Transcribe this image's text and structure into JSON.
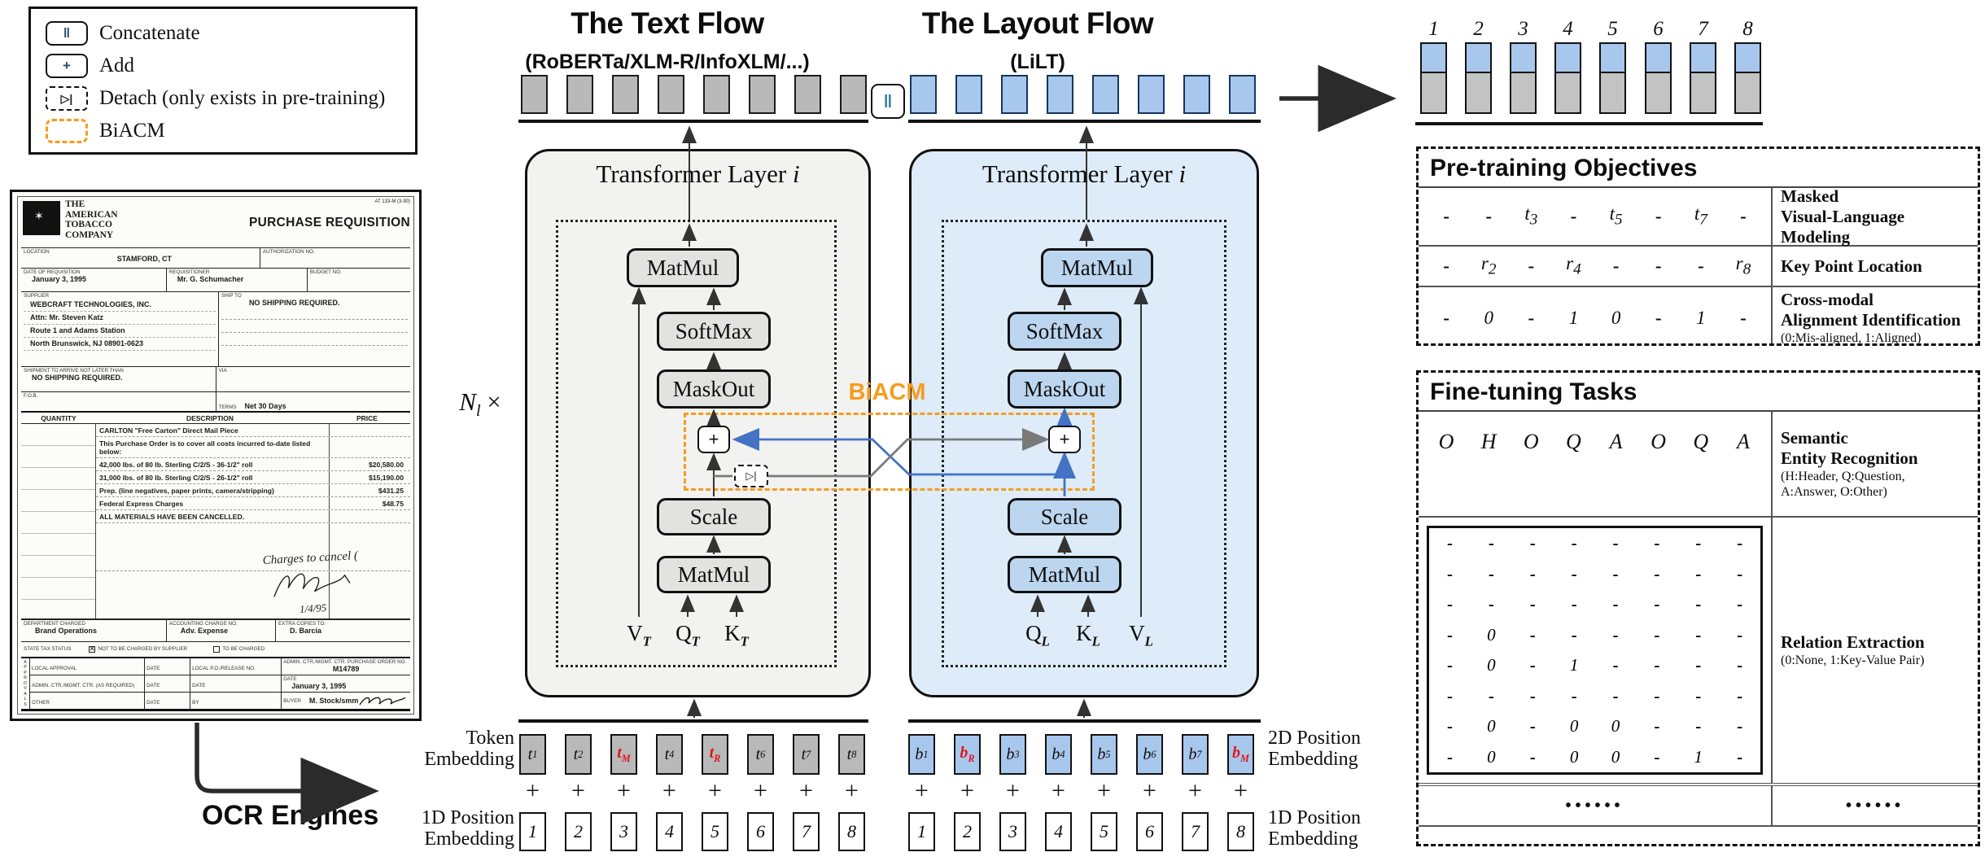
{
  "legend": {
    "items": [
      {
        "glyph": "‖",
        "label": "Concatenate",
        "style": "solid"
      },
      {
        "glyph": "+",
        "label": "Add",
        "style": "solid"
      },
      {
        "glyph": "▷|",
        "label": "Detach (only exists in pre-training)",
        "style": "dashed"
      },
      {
        "glyph": "",
        "label": "BiACM",
        "style": "orange"
      }
    ]
  },
  "concat_glyph": "‖",
  "plus_glyph": "+",
  "detach_glyph": "▷|",
  "biacm_label": "BiACM",
  "nl": {
    "base": "N",
    "sub": "l",
    "times": "×"
  },
  "ocr_label": "OCR Engines",
  "text_flow": {
    "title": "The Text Flow",
    "subtitle": "(RoBERTa/XLM-R/InfoXLM/...)",
    "layer_prefix": "Transformer Layer ",
    "layer_var": "i",
    "ops": [
      "MatMul",
      "SoftMax",
      "MaskOut",
      "Scale",
      "MatMul"
    ],
    "inputs": [
      "V_T",
      "Q_T",
      "K_T"
    ],
    "token_count": 8
  },
  "layout_flow": {
    "title": "The Layout Flow",
    "subtitle": "(LiLT)",
    "layer_prefix": "Transformer Layer ",
    "layer_var": "i",
    "ops": [
      "MatMul",
      "SoftMax",
      "MaskOut",
      "Scale",
      "MatMul"
    ],
    "inputs": [
      "Q_L",
      "K_L",
      "V_L"
    ],
    "token_count": 8
  },
  "output": {
    "indices": [
      "1",
      "2",
      "3",
      "4",
      "5",
      "6",
      "7",
      "8"
    ]
  },
  "embeddings": {
    "left_top_label": [
      "Token",
      "Embedding"
    ],
    "left_bottom_label": [
      "1D Position",
      "Embedding"
    ],
    "right_top_label": [
      "2D Position",
      "Embedding"
    ],
    "right_bottom_label": [
      "1D Position",
      "Embedding"
    ],
    "text_tokens": [
      {
        "v": "t_1"
      },
      {
        "v": "t_2"
      },
      {
        "v": "t_M",
        "red": true
      },
      {
        "v": "t_4"
      },
      {
        "v": "t_R",
        "red": true
      },
      {
        "v": "t_6"
      },
      {
        "v": "t_7"
      },
      {
        "v": "t_8"
      }
    ],
    "layout_tokens": [
      {
        "v": "b_1"
      },
      {
        "v": "b_R",
        "red": true
      },
      {
        "v": "b_3"
      },
      {
        "v": "b_4"
      },
      {
        "v": "b_5"
      },
      {
        "v": "b_6"
      },
      {
        "v": "b_7"
      },
      {
        "v": "b_M",
        "red": true
      }
    ],
    "pos_1d": [
      "1",
      "2",
      "3",
      "4",
      "5",
      "6",
      "7",
      "8"
    ]
  },
  "pretraining": {
    "title": "Pre-training Objectives",
    "rows": [
      {
        "values": [
          "-",
          "-",
          "t_3",
          "-",
          "t_5",
          "-",
          "t_7",
          "-"
        ],
        "label": [
          "Masked",
          "Visual-Language Modeling"
        ],
        "note": ""
      },
      {
        "values": [
          "-",
          "r_2",
          "-",
          "r_4",
          "-",
          "-",
          "-",
          "r_8"
        ],
        "label": [
          "Key Point Location"
        ],
        "note": ""
      },
      {
        "values": [
          "-",
          "0",
          "-",
          "1",
          "0",
          "-",
          "1",
          "-"
        ],
        "label": [
          "Cross-modal",
          "Alignment Identification"
        ],
        "note": "(0:Mis-aligned, 1:Aligned)"
      }
    ]
  },
  "finetuning": {
    "title": "Fine-tuning Tasks",
    "ser": {
      "values": [
        "O",
        "H",
        "O",
        "Q",
        "A",
        "O",
        "Q",
        "A"
      ],
      "label": [
        "Semantic",
        "Entity Recognition"
      ],
      "note": [
        "(H:Header, Q:Question,",
        "A:Answer, O:Other)"
      ]
    },
    "re": {
      "label": [
        "Relation Extraction"
      ],
      "note": [
        "(0:None, 1:Key-Value Pair)"
      ],
      "matrix": [
        [
          "-",
          "-",
          "-",
          "-",
          "-",
          "-",
          "-",
          "-"
        ],
        [
          "-",
          "-",
          "-",
          "-",
          "-",
          "-",
          "-",
          "-"
        ],
        [
          "-",
          "-",
          "-",
          "-",
          "-",
          "-",
          "-",
          "-"
        ],
        [
          "-",
          "0",
          "-",
          "-",
          "-",
          "-",
          "-",
          "-"
        ],
        [
          "-",
          "0",
          "-",
          "1",
          "-",
          "-",
          "-",
          "-"
        ],
        [
          "-",
          "-",
          "-",
          "-",
          "-",
          "-",
          "-",
          "-"
        ],
        [
          "-",
          "0",
          "-",
          "0",
          "0",
          "-",
          "-",
          "-"
        ],
        [
          "-",
          "0",
          "-",
          "0",
          "0",
          "-",
          "1",
          "-"
        ]
      ]
    },
    "dots": [
      "••••••",
      "••••••"
    ]
  },
  "doc": {
    "form_code": "AT 133-M (3-90)",
    "title": "PURCHASE REQUISITION",
    "company_lines": [
      "THE",
      "AMERICAN",
      "TOBACCO",
      "COMPANY"
    ],
    "f": {
      "location_label": "LOCATION",
      "location": "STAMFORD, CT",
      "auth_label": "AUTHORIZATION NO.",
      "date_label": "DATE OF REQUISITION",
      "date": "January 3, 1995",
      "req_label": "REQUISITIONER",
      "requisitioner": "Mr. G. Schumacher",
      "budget_label": "BUDGET NO.",
      "supplier_label": "SUPPLIER",
      "supplier_lines": [
        "WEBCRAFT TECHNOLOGIES, INC.",
        "Attn: Mr. Steven Katz",
        "Route 1 and Adams Station",
        "North Brunswick, NJ 08901-0623"
      ],
      "shipto_label": "SHIP TO",
      "shipto": "NO SHIPPING REQUIRED.",
      "shipment_label": "SHIPMENT TO ARRIVE NOT LATER THAN",
      "shipment": "NO SHIPPING REQUIRED.",
      "via_label": "VIA",
      "fob_label": "F.O.B.",
      "terms_label": "TERMS",
      "terms": "Net 30 Days"
    },
    "table": {
      "headers": [
        "QUANTITY",
        "DESCRIPTION",
        "PRICE"
      ],
      "rows": [
        {
          "desc": "CARLTON \"Free Carton\" Direct Mail Piece",
          "price": ""
        },
        {
          "desc": "This Purchase Order is to cover all costs incurred to-date listed below:",
          "price": ""
        },
        {
          "desc": "42,000 lbs. of 80 lb. Sterling C/2/S - 36-1/2\" roll",
          "price": "$20,580.00"
        },
        {
          "desc": "31,000 lbs. of 80 lb. Sterling C/2/S - 26-1/2\" roll",
          "price": "$15,190.00"
        },
        {
          "desc": "Prep. (line negatives, paper prints, camera/stripping)",
          "price": "$431.25"
        },
        {
          "desc": "Federal Express Charges",
          "price": "$48.75"
        },
        {
          "desc": "ALL MATERIALS HAVE BEEN CANCELLED.",
          "price": ""
        }
      ]
    },
    "handwriting": {
      "note": "Charges to cancel (",
      "date": "1/4/95"
    },
    "f2": {
      "dept_label": "DEPARTMENT CHARGED",
      "dept": "Brand Operations",
      "acct_label": "ACCOUNTING CHARGE NO.",
      "acct": "Adv. Expense",
      "copies_label": "EXTRA COPIES TO:",
      "copies": "D. Barcia",
      "tax_label": "STATE TAX STATUS",
      "tax_opt1": "NOT TO BE CHARGED BY SUPPLIER",
      "tax_opt2": "TO BE CHARGED",
      "approvals_vertical": "APPROVALS",
      "local_approval_label": "LOCAL APPROVAL",
      "date_label": "DATE",
      "po_release_label": "LOCAL P.O./RELEASE NO.",
      "admin_po_label": "ADMIN. CTR./MGMT. CTR. PURCHASE ORDER NO.",
      "po_number": "M14789",
      "admin_req_label": "ADMIN. CTR./MGMT. CTR. (AS REQUIRED)",
      "po_date": "January 3, 1995",
      "other_label": "OTHER",
      "by_label": "BY",
      "buyer_label": "BUYER",
      "buyer": "M. Stock/smm"
    }
  }
}
